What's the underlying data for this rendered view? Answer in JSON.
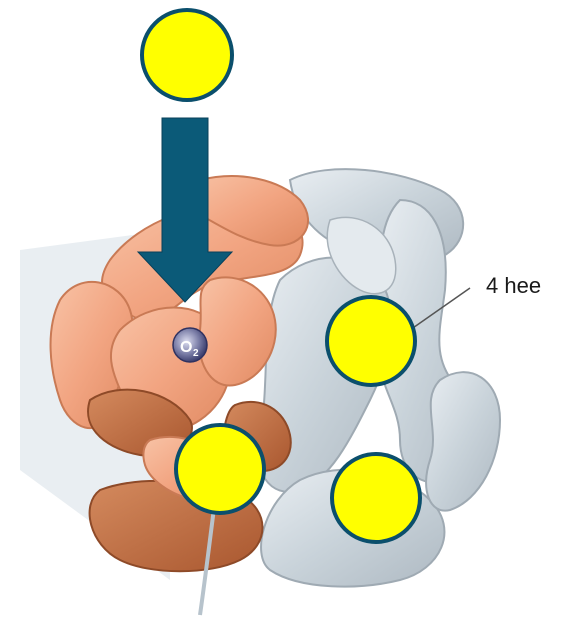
{
  "diagram": {
    "callout_label": "4 hee",
    "o2_label": "O",
    "o2_subscript": "2",
    "colors": {
      "marker_fill": "#FFFF00",
      "marker_stroke": "#0B4F6C",
      "arrow": "#0B5A78",
      "alpha_subunit": "#F2A582",
      "alpha_subunit_dark": "#B8643C",
      "beta_subunit": "#C9D3DA",
      "background_shadow": "#D9E2E8"
    }
  }
}
